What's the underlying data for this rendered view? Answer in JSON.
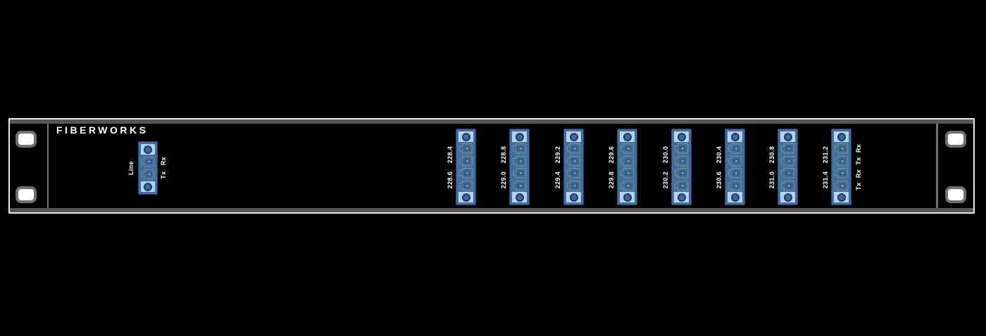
{
  "brand": "FIBERWORKS",
  "line_port": {
    "label": "Line",
    "ports": [
      {
        "label": "Rx"
      },
      {
        "label": "Tx"
      }
    ]
  },
  "channel_blocks": [
    {
      "pair_labels": [
        "228.4",
        "228.6"
      ]
    },
    {
      "pair_labels": [
        "228.8",
        "229.0"
      ]
    },
    {
      "pair_labels": [
        "229.2",
        "229.4"
      ]
    },
    {
      "pair_labels": [
        "229.6",
        "229.8"
      ]
    },
    {
      "pair_labels": [
        "230.0",
        "230.2"
      ]
    },
    {
      "pair_labels": [
        "230.4",
        "230.6"
      ]
    },
    {
      "pair_labels": [
        "230.8",
        "231.0"
      ]
    },
    {
      "pair_labels": [
        "231.2",
        "231.4"
      ]
    }
  ],
  "port_direction_labels": [
    "Rx",
    "Tx",
    "Rx",
    "Tx"
  ],
  "colors": {
    "connector_body": "#3e6fa4",
    "connector_outline": "#24466d",
    "connector_flange": "#b9d0ea",
    "flange_hole": "#3a68a0",
    "flange_hole_ring": "#1a3a60",
    "lc_outline": "#8d8f70",
    "lc_fill": "#42719f",
    "lc_inner": "#35608c",
    "lc_dot": "#a9c3de",
    "panel_border": "#e9e9e9",
    "bevel": "#585858",
    "divider": "#707070",
    "hardware": "#6f6f6f",
    "label_text": "#ffffff"
  }
}
